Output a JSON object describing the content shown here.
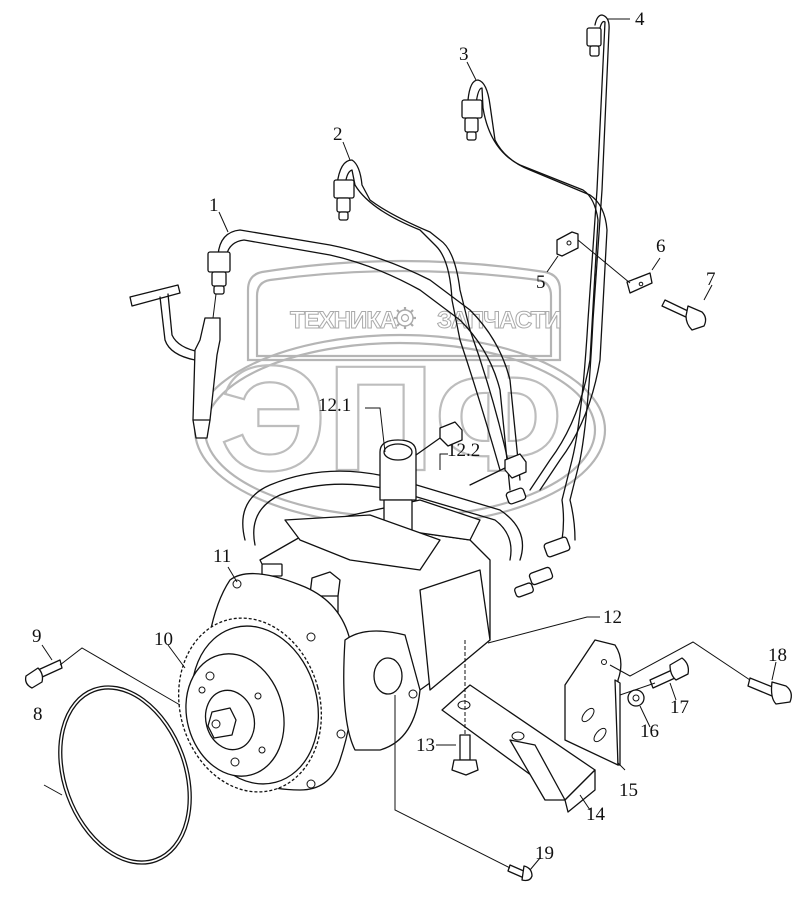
{
  "diagram": {
    "title": "Fuel injection pump assembly with high-pressure lines (exploded view)",
    "watermark": {
      "left_word": "ТЕХНИКА",
      "right_word": "ЗАПЧАСТИ",
      "emblem_letters": "ЭПФ",
      "gear_icon": "gear-icon"
    },
    "callouts": [
      {
        "id": "1",
        "label": "1",
        "part": "high-pressure fuel line, cylinder 1"
      },
      {
        "id": "2",
        "label": "2",
        "part": "high-pressure fuel line, cylinder 2"
      },
      {
        "id": "3",
        "label": "3",
        "part": "high-pressure fuel line, cylinder 3"
      },
      {
        "id": "4",
        "label": "4",
        "part": "high-pressure fuel line, cylinder 4"
      },
      {
        "id": "5",
        "label": "5",
        "part": "line clamp"
      },
      {
        "id": "6",
        "label": "6",
        "part": "clamp plate"
      },
      {
        "id": "7",
        "label": "7",
        "part": "bolt"
      },
      {
        "id": "8",
        "label": "8",
        "part": "O-ring"
      },
      {
        "id": "9",
        "label": "9",
        "part": "bolt"
      },
      {
        "id": "10",
        "label": "10",
        "part": "pump drive gear"
      },
      {
        "id": "11",
        "label": "11",
        "part": "pump flange"
      },
      {
        "id": "12",
        "label": "12",
        "part": "fuel injection pump"
      },
      {
        "id": "12.1",
        "label": "12.1",
        "part": "solenoid valve"
      },
      {
        "id": "12.2",
        "label": "12.2",
        "part": "connector"
      },
      {
        "id": "13",
        "label": "13",
        "part": "bolt"
      },
      {
        "id": "14",
        "label": "14",
        "part": "support bracket"
      },
      {
        "id": "15",
        "label": "15",
        "part": "bracket"
      },
      {
        "id": "16",
        "label": "16",
        "part": "washer"
      },
      {
        "id": "17",
        "label": "17",
        "part": "bolt"
      },
      {
        "id": "18",
        "label": "18",
        "part": "bolt"
      },
      {
        "id": "19",
        "label": "19",
        "part": "bolt"
      }
    ]
  }
}
